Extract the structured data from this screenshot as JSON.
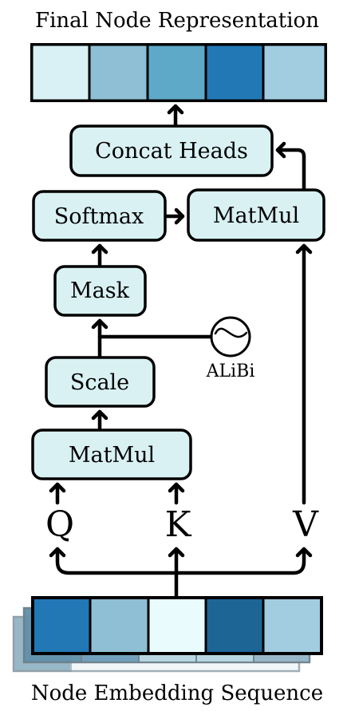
{
  "title_top": "Final Node Representation",
  "title_bottom": "Node Embedding Sequence",
  "boxes": {
    "concat": "Concat Heads",
    "softmax": "Softmax",
    "matmul_top": "MatMul",
    "mask": "Mask",
    "scale": "Scale",
    "matmul_bottom": "MatMul"
  },
  "alibi_label": "ALiBi",
  "qkv": {
    "q": "Q",
    "k": "K",
    "v": "V"
  },
  "colors": {
    "top_cells": [
      "#d9f1f4",
      "#8ebfd4",
      "#5ea9c7",
      "#2278b5",
      "#a2cde0"
    ],
    "bottom_cells": [
      "#2278b5",
      "#8ebfd4",
      "#e9fbfd",
      "#1d6595",
      "#a2cde0"
    ],
    "box_fill": "#d9f1f3"
  }
}
